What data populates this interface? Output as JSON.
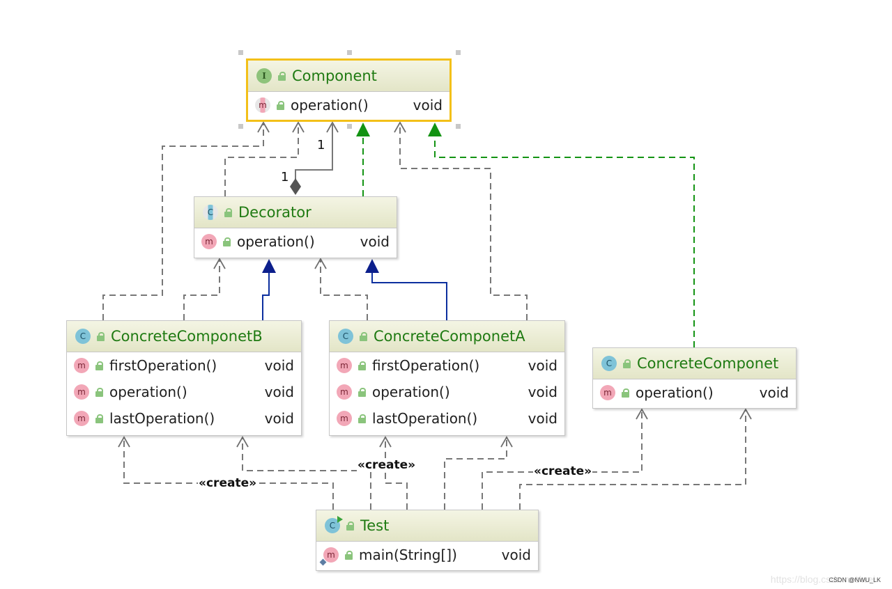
{
  "diagram": {
    "classes": {
      "component": {
        "kind": "I",
        "name": "Component",
        "methods": [
          {
            "kind": "m",
            "name": "operation()",
            "type": "void",
            "abstract": true
          }
        ]
      },
      "decorator": {
        "kind": "C",
        "name": "Decorator",
        "methods": [
          {
            "kind": "m",
            "name": "operation()",
            "type": "void"
          }
        ]
      },
      "concrete_b": {
        "kind": "C",
        "name": "ConcreteComponetB",
        "methods": [
          {
            "kind": "m",
            "name": "firstOperation()",
            "type": "void"
          },
          {
            "kind": "m",
            "name": "operation()",
            "type": "void"
          },
          {
            "kind": "m",
            "name": "lastOperation()",
            "type": "void"
          }
        ]
      },
      "concrete_a": {
        "kind": "C",
        "name": "ConcreteComponetA",
        "methods": [
          {
            "kind": "m",
            "name": "firstOperation()",
            "type": "void"
          },
          {
            "kind": "m",
            "name": "operation()",
            "type": "void"
          },
          {
            "kind": "m",
            "name": "lastOperation()",
            "type": "void"
          }
        ]
      },
      "concrete": {
        "kind": "C",
        "name": "ConcreteComponet",
        "methods": [
          {
            "kind": "m",
            "name": "operation()",
            "type": "void"
          }
        ]
      },
      "test": {
        "kind": "C",
        "name": "Test",
        "methods": [
          {
            "kind": "m",
            "name": "main(String[])",
            "type": "void"
          }
        ]
      }
    },
    "multiplicity": {
      "component_end": "1",
      "decorator_end": "1"
    },
    "create_label": "«create»",
    "colors": {
      "title_green": "#1f7a12",
      "dashed_gray": "#777777",
      "realization_green": "#139313",
      "inheritance_blue": "#0c2f9e",
      "selection_yellow": "#f3c019"
    }
  },
  "watermark": {
    "url": "https://blog.csdn.net/wei",
    "tag": "CSDN @NWU_LK"
  }
}
